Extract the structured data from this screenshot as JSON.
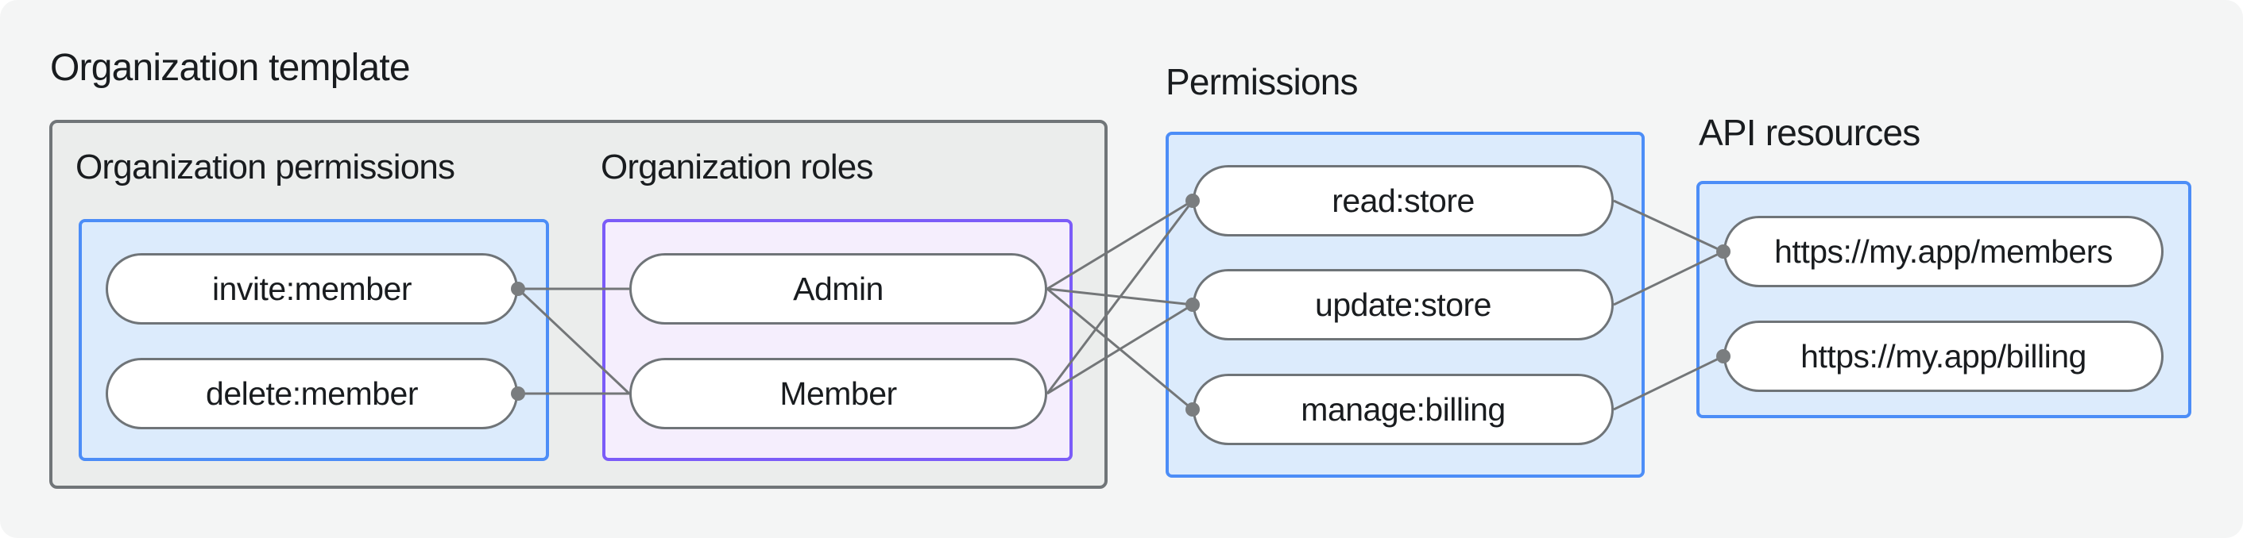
{
  "diagram": {
    "org_template": {
      "label": "Organization template"
    },
    "org_permissions": {
      "label": "Organization permissions",
      "nodes": [
        {
          "id": "invite",
          "label": "invite:member"
        },
        {
          "id": "delete",
          "label": "delete:member"
        }
      ]
    },
    "org_roles": {
      "label": "Organization roles",
      "nodes": [
        {
          "id": "admin",
          "label": "Admin"
        },
        {
          "id": "member",
          "label": "Member"
        }
      ]
    },
    "permissions": {
      "label": "Permissions",
      "nodes": [
        {
          "id": "read",
          "label": "read:store"
        },
        {
          "id": "update",
          "label": "update:store"
        },
        {
          "id": "manage",
          "label": "manage:billing"
        }
      ]
    },
    "api_resources": {
      "label": "API resources",
      "nodes": [
        {
          "id": "members_api",
          "label": "https://my.app/members"
        },
        {
          "id": "billing_api",
          "label": "https://my.app/billing"
        }
      ]
    },
    "edges": [
      [
        "invite",
        "admin"
      ],
      [
        "invite",
        "member"
      ],
      [
        "delete",
        "member"
      ],
      [
        "admin",
        "read"
      ],
      [
        "admin",
        "update"
      ],
      [
        "admin",
        "manage"
      ],
      [
        "member",
        "read"
      ],
      [
        "member",
        "update"
      ],
      [
        "read",
        "members_api"
      ],
      [
        "update",
        "members_api"
      ],
      [
        "manage",
        "billing_api"
      ]
    ],
    "connection_dots": [
      {
        "node": "invite",
        "side": "right"
      },
      {
        "node": "delete",
        "side": "right"
      },
      {
        "node": "read",
        "side": "left"
      },
      {
        "node": "update",
        "side": "left"
      },
      {
        "node": "manage",
        "side": "left"
      },
      {
        "node": "members_api",
        "side": "left"
      },
      {
        "node": "billing_api",
        "side": "left"
      }
    ],
    "dot_radius": 9,
    "line_width": 3,
    "colors": {
      "page_bg": "#f4f5f5",
      "text": "#191c1f",
      "box_gray_fill": "#ebedec",
      "box_gray_border": "#707578",
      "blue_fill": "#dcebfc",
      "blue_border": "#4c8df7",
      "purple_fill": "#f5eefd",
      "purple_border": "#7b5cf8",
      "pill_fill": "#ffffff",
      "pill_border": "#6f7478",
      "line": "#737678",
      "dot": "#7a7d7f"
    }
  }
}
